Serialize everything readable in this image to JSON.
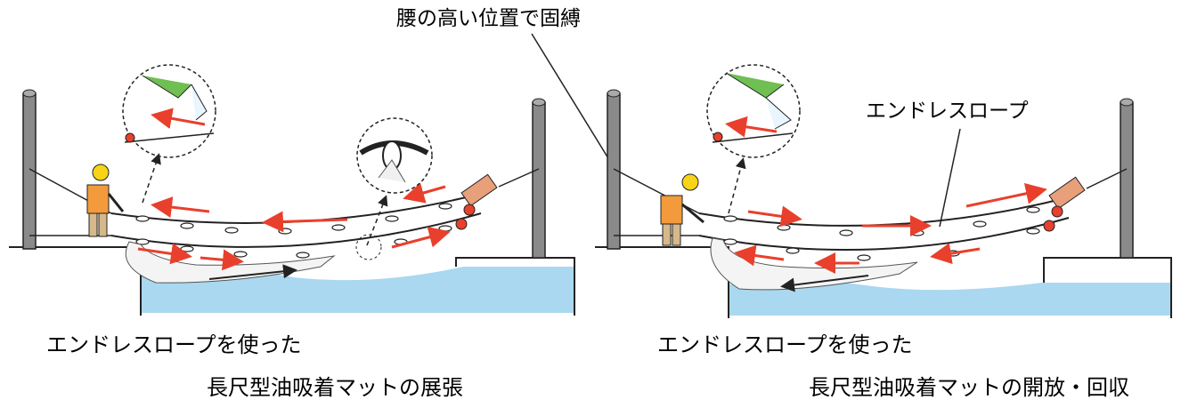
{
  "annotations": {
    "top_label": "腰の高い位置で固縛",
    "rope_label": "エンドレスロープ"
  },
  "captions": {
    "left_line1": "エンドレスロープを使った",
    "left_line2": "長尺型油吸着マットの展張",
    "right_line1": "エンドレスロープを使った",
    "right_line2": "長尺型油吸着マットの開放・回収"
  },
  "colors": {
    "arrow_red": "#e8402c",
    "water": "#a9d8f0",
    "pole": "#8a8a8a",
    "worker_vest": "#f39a3c",
    "helmet": "#f7d418"
  }
}
